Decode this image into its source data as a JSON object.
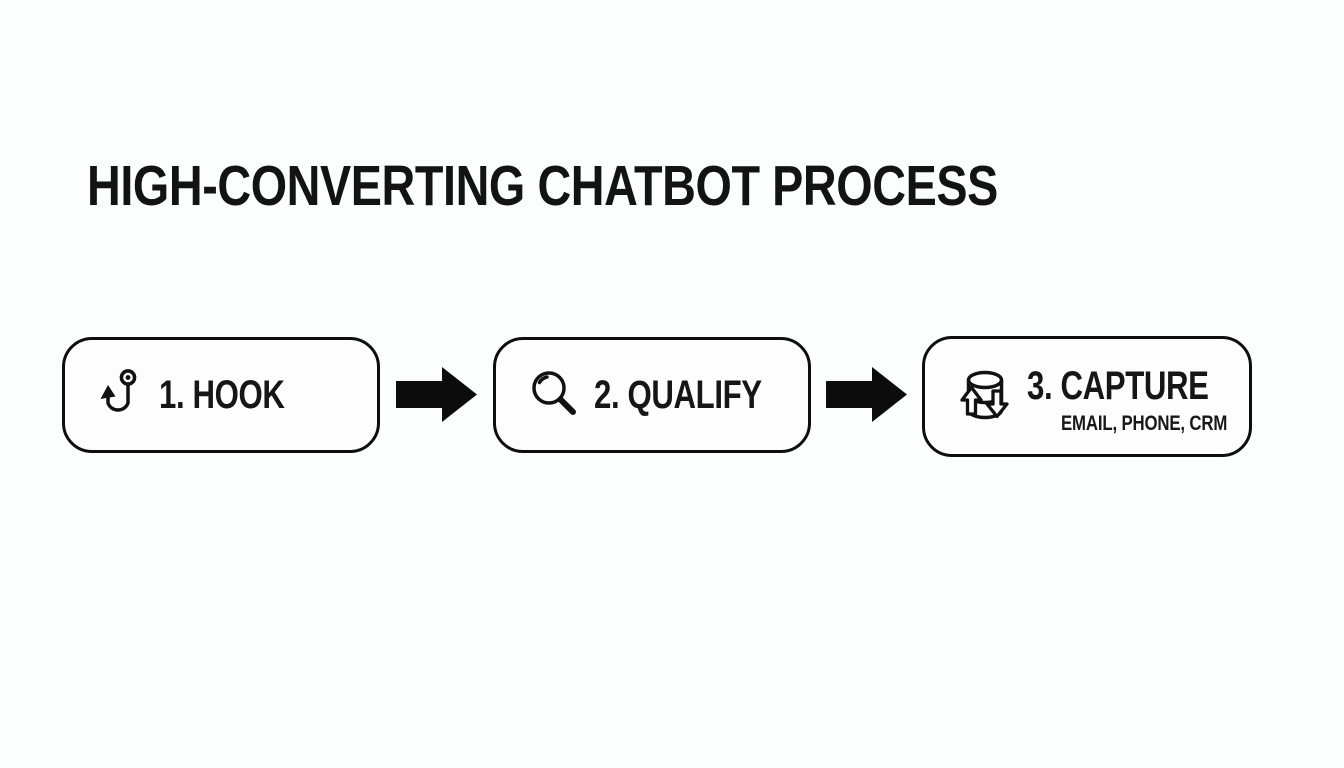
{
  "page": {
    "background_color": "#fcfdfd",
    "ink_color": "#111111"
  },
  "title": {
    "text": "HIGH-CONVERTING CHATBOT PROCESS"
  },
  "flow": {
    "steps": [
      {
        "id": "hook",
        "icon": "fishing-hook-icon",
        "label": "1. HOOK"
      },
      {
        "id": "qualify",
        "icon": "magnifier-icon",
        "label": "2. QUALIFY"
      },
      {
        "id": "capture",
        "icon": "database-sync-icon",
        "label": "3. CAPTURE",
        "sublabel": "EMAIL, PHONE, CRM"
      }
    ],
    "connectors": [
      {
        "type": "arrow-right"
      },
      {
        "type": "arrow-right"
      }
    ]
  }
}
